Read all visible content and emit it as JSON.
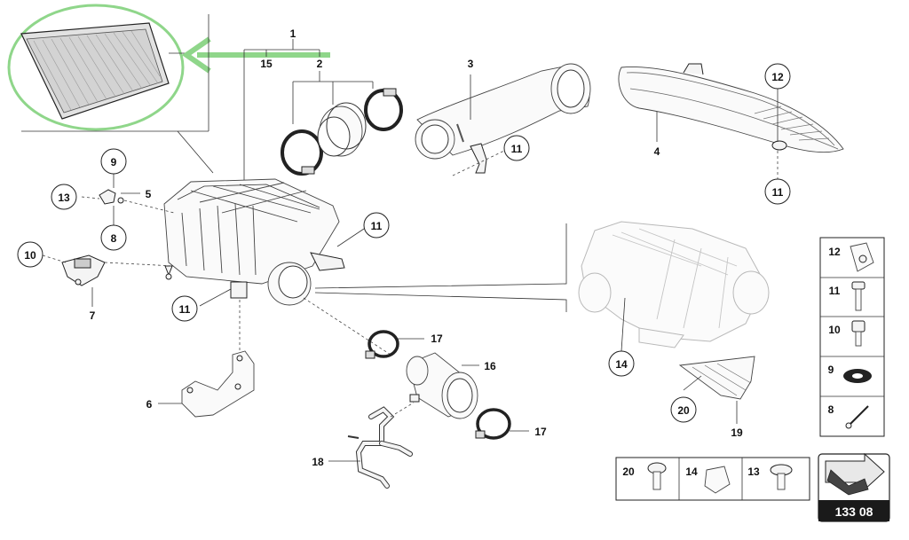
{
  "callouts": {
    "c1": "1",
    "c2": "2",
    "c3": "3",
    "c4": "4",
    "c5": "5",
    "c6": "6",
    "c7": "7",
    "c8": "8",
    "c9": "9",
    "c10": "10",
    "c11": "11",
    "c12": "12",
    "c13": "13",
    "c14": "14",
    "c15": "15",
    "c16": "16",
    "c17": "17",
    "c18": "18",
    "c19": "19",
    "c20": "20"
  },
  "legend_right": [
    "12",
    "11",
    "10",
    "9",
    "8"
  ],
  "legend_bottom": [
    "20",
    "14",
    "13"
  ],
  "page_number": "133 08",
  "colors": {
    "highlight": "#8fd68a",
    "line": "#222222",
    "ghost": "#b8b8b8",
    "page_badge": "#1a1a1a"
  }
}
